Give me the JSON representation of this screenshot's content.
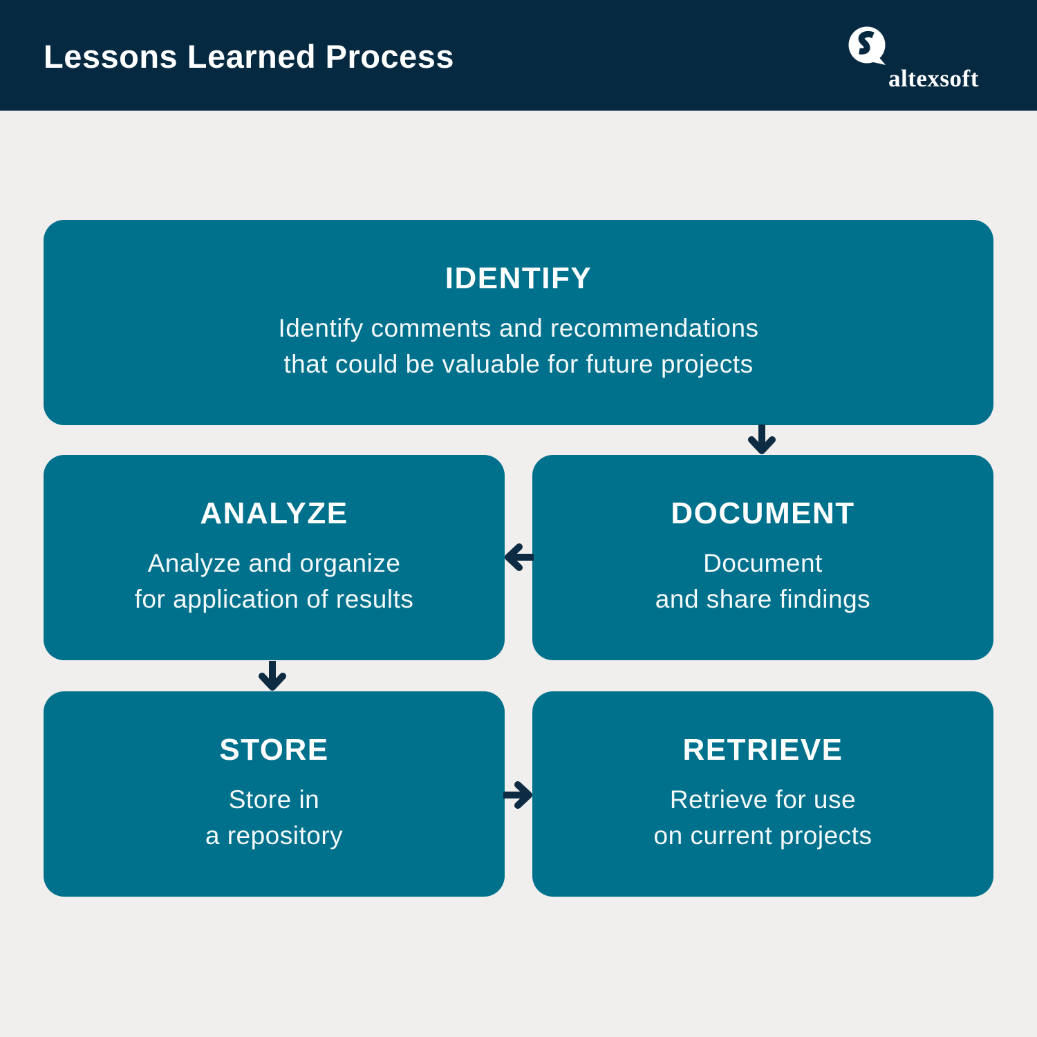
{
  "header": {
    "title": "Lessons Learned Process",
    "brand": "altexsoft"
  },
  "colors": {
    "header_bg": "#042940",
    "node_bg": "#00718c",
    "canvas_bg": "#f0efee",
    "arrow": "#0d2b42",
    "text": "#ffffff"
  },
  "diagram": {
    "nodes": [
      {
        "id": "identify",
        "title": "IDENTIFY",
        "desc_line1": "Identify comments and recommendations",
        "desc_line2": "that could be valuable for future projects"
      },
      {
        "id": "analyze",
        "title": "ANALYZE",
        "desc_line1": "Analyze and organize",
        "desc_line2": "for application of results"
      },
      {
        "id": "document",
        "title": "DOCUMENT",
        "desc_line1": "Document",
        "desc_line2": "and share findings"
      },
      {
        "id": "store",
        "title": "STORE",
        "desc_line1": "Store in",
        "desc_line2": "a repository"
      },
      {
        "id": "retrieve",
        "title": "RETRIEVE",
        "desc_line1": "Retrieve for use",
        "desc_line2": "on current projects"
      }
    ],
    "edges": [
      {
        "from": "IDENTIFY",
        "to": "DOCUMENT",
        "direction": "down"
      },
      {
        "from": "DOCUMENT",
        "to": "ANALYZE",
        "direction": "left"
      },
      {
        "from": "ANALYZE",
        "to": "STORE",
        "direction": "down"
      },
      {
        "from": "STORE",
        "to": "RETRIEVE",
        "direction": "right"
      }
    ]
  }
}
